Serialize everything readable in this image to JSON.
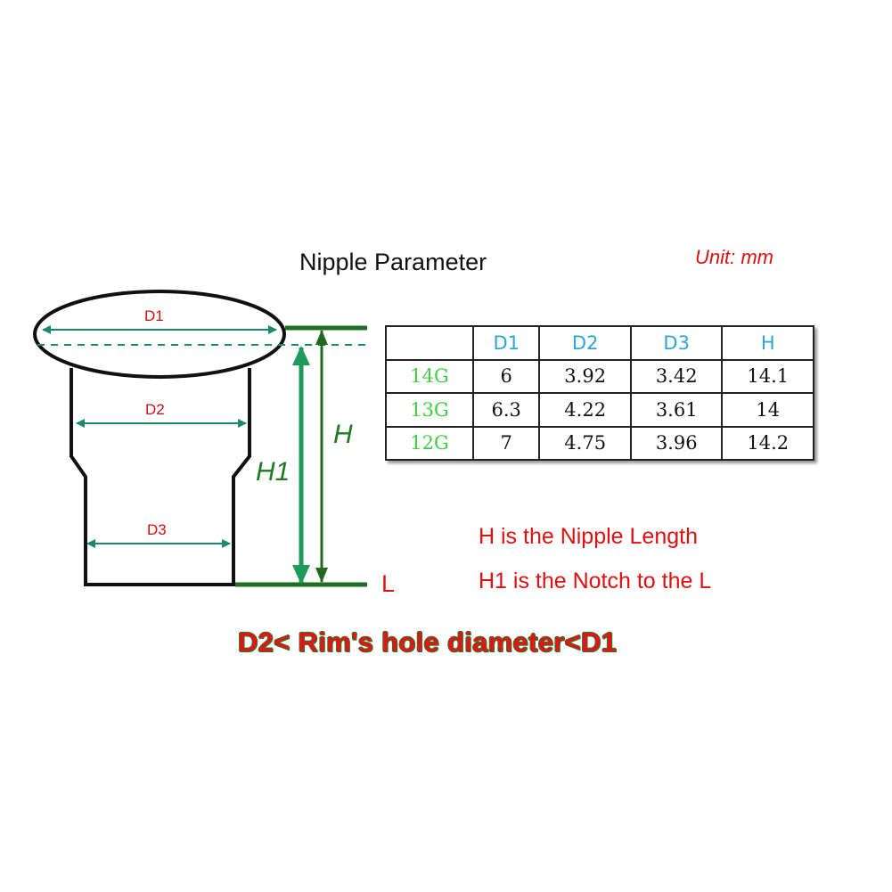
{
  "title": "Nipple Parameter",
  "unit": "Unit: mm",
  "diagram_labels": {
    "d1": "D1",
    "d2": "D2",
    "d3": "D3",
    "h": "H",
    "h1": "H1",
    "l": "L"
  },
  "table": {
    "headers": [
      "",
      "D1",
      "D2",
      "D3",
      "H"
    ],
    "rows": [
      {
        "gauge": "14G",
        "d1": "6",
        "d2": "3.92",
        "d3": "3.42",
        "h": "14.1"
      },
      {
        "gauge": "13G",
        "d1": "6.3",
        "d2": "4.22",
        "d3": "3.61",
        "h": "14"
      },
      {
        "gauge": "12G",
        "d1": "7",
        "d2": "4.75",
        "d3": "3.96",
        "h": "14.2"
      }
    ]
  },
  "notes": {
    "line1": "H is the Nipple Length",
    "line2": "H1 is the Notch to the L"
  },
  "rule": "D2< Rim's hole diameter<D1",
  "colors": {
    "red_text": "#e01010",
    "dimension_teal": "#1a8a6a",
    "dimension_green": "#1f7a1f",
    "header_blue": "#2aa7d8",
    "gauge_green": "#3fcf3f"
  }
}
